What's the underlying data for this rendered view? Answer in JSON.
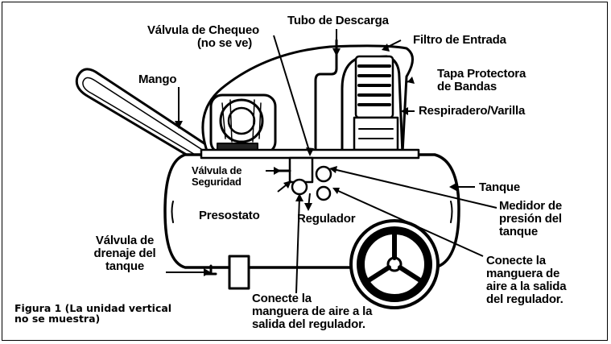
{
  "labels": {
    "valvula_chequeo": [
      "Válvula de Chequeo",
      "(no se ve)"
    ],
    "tubo_descarga": "Tubo de Descarga",
    "filtro_entrada": "Filtro de Entrada",
    "tapa_protectora": [
      "Tapa Protectora",
      "de Bandas"
    ],
    "respiradero": "Respiradero/Varilla",
    "mango": "Mango",
    "tanque": "Tanque",
    "valvula_seguridad": [
      "Válvula de",
      "Seguridad"
    ],
    "presostato": "Presostato",
    "regulador": "Regulador",
    "medidor": [
      "Medidor de",
      "presión del",
      "tanque"
    ],
    "valvula_drenaje": [
      "Válvula de",
      "drenaje del",
      "tanque"
    ],
    "conecte_bottom": [
      "Conecte la",
      "manguera de aire a la",
      "salida del regulador."
    ],
    "conecte_right": [
      "Conecte la",
      "manguera de",
      "aire a la salida",
      "del regulador."
    ]
  },
  "caption": [
    "Figura 1 (La unidad vertical",
    "no se muestra)"
  ],
  "icons": [
    "compressor-illustration"
  ]
}
